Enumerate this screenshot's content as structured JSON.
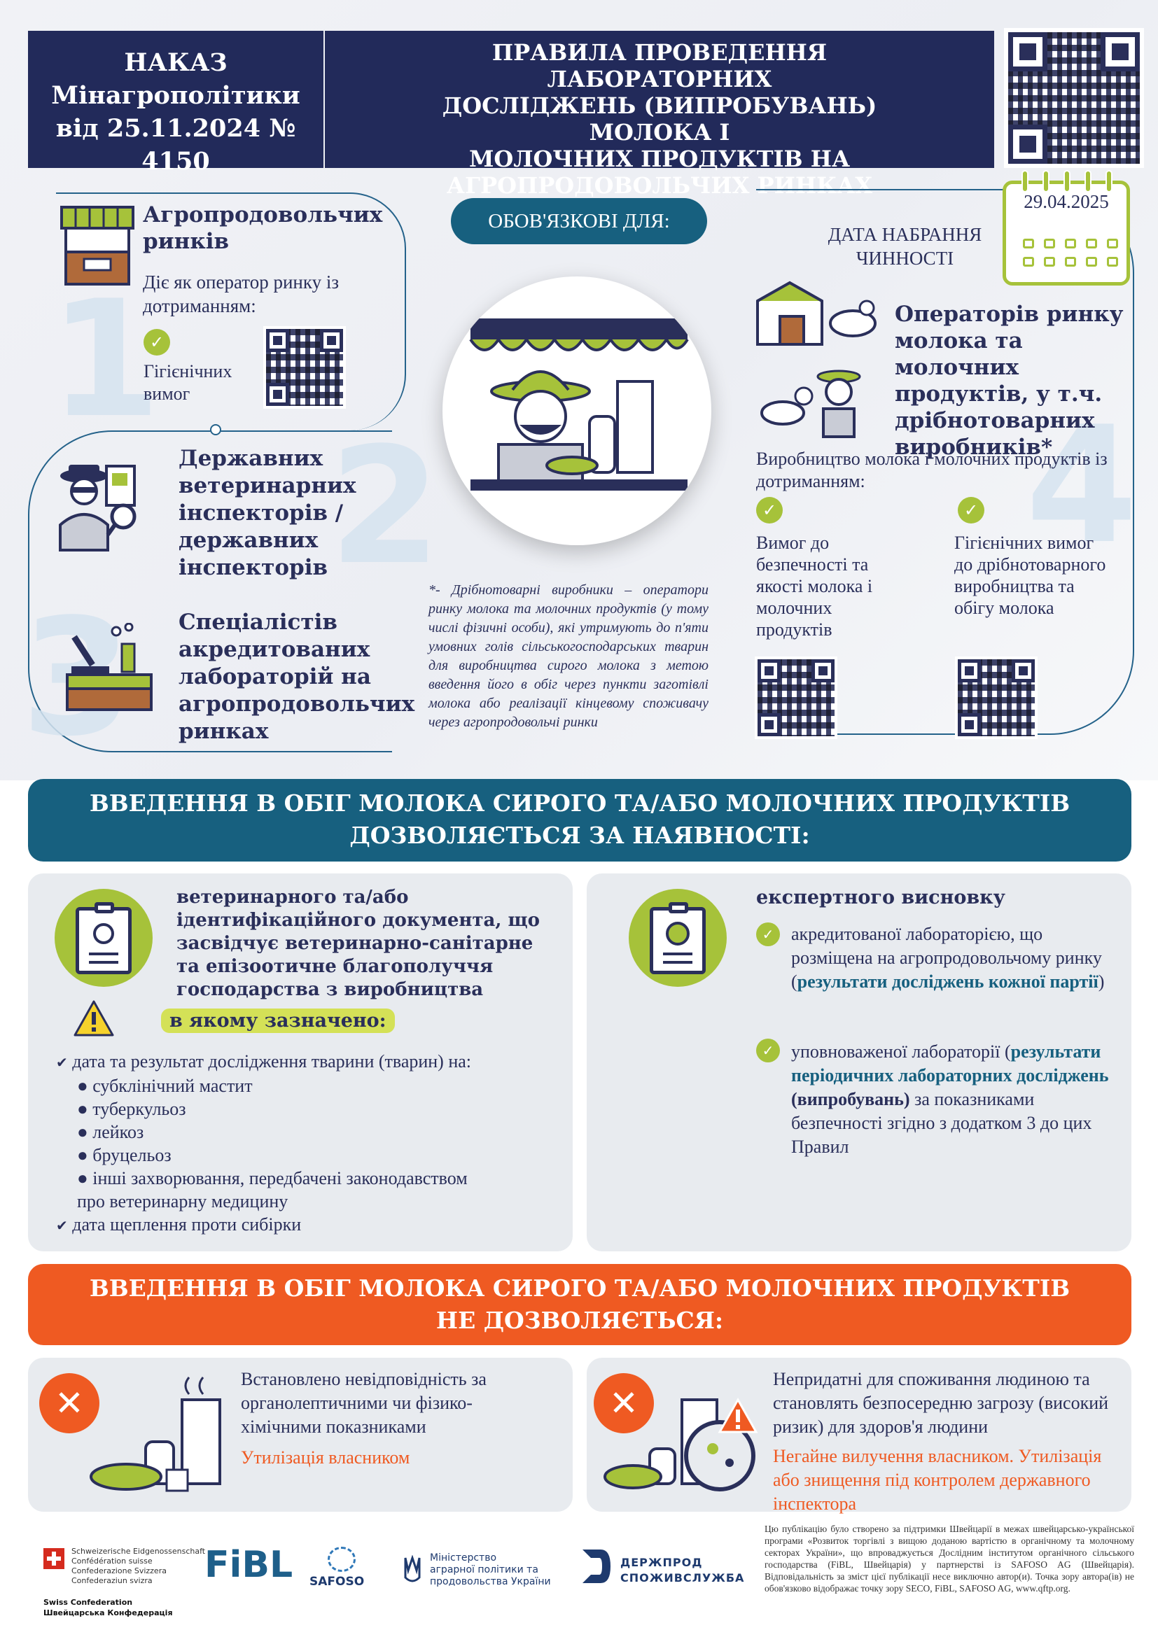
{
  "header": {
    "left": [
      "НАКАЗ",
      "Мінагрополітики",
      "від 25.11.2024 № 4150"
    ],
    "title": [
      "ПРАВИЛА ПРОВЕДЕННЯ ЛАБОРАТОРНИХ",
      "ДОСЛІДЖЕНЬ (ВИПРОБУВАНЬ) МОЛОКА І",
      "МОЛОЧНИХ ПРОДУКТІВ НА",
      "АГРОПРОДОВОЛЬЧИХ РИНКАХ"
    ]
  },
  "mandatory": "ОБОВ'ЯЗКОВІ ДЛЯ:",
  "items": {
    "one": {
      "num": "1",
      "title": "Агропродовольчих ринків",
      "sub": "Діє як оператор ринку із дотриманням:",
      "check": "Гігієнічних вимог"
    },
    "two": {
      "num": "2",
      "title": "Державних ветеринарних інспекторів / державних інспекторів"
    },
    "three": {
      "num": "3",
      "title": "Спеціалістів акредитованих лабораторій на агропродовольчих ринках"
    },
    "four": {
      "num": "4",
      "date_label": "ДАТА НАБРАННЯ ЧИННОСТІ",
      "date": "29.04.2025",
      "title": "Операторів ринку молока та молочних продуктів, у т.ч. дрібнотоварних виробників*",
      "sub": "Виробництво молока і молочних продуктів із дотриманням:",
      "check_a": "Вимог до безпечності та якості молока і молочних продуктів",
      "check_b": "Гігієнічних вимог до дрібнотоварного виробництва та обігу молока"
    }
  },
  "footnote": "*- Дрібнотоварні виробники – оператори ринку молока та молочних продуктів (у тому числі фізичні особи), які утримують до п'яти умовних голів сільськогосподарських тварин для виробництва сирого молока з метою введення його в обіг через пункти заготівлі молока або реалізації кінцевому споживачу через агропродовольчі ринки",
  "allowed": {
    "banner": [
      "ВВЕДЕННЯ В ОБІГ МОЛОКА СИРОГО ТА/АБО МОЛОЧНИХ ПРОДУКТІВ",
      "ДОЗВОЛЯЄТЬСЯ ЗА НАЯВНОСТІ:"
    ],
    "left": {
      "title": "ветеринарного та/або ідентифікаційного документа, що засвідчує ветеринарно-санітарне та епізоотичне благополуччя господарства з виробництва молока,",
      "highlight": "в якому зазначено:",
      "item1": "дата та результат дослідження тварини (тварин) на:",
      "bullets": [
        "субклінічний мастит",
        "туберкульоз",
        "лейкоз",
        "бруцельоз",
        "інші захворювання, передбачені законодавством про ветеринарну медицину"
      ],
      "item2": "дата щеплення проти сибірки"
    },
    "right": {
      "title": "експертного висновку",
      "a_text": "акредитованої лабораторією, що розміщена на агропродовольчому ринку (",
      "a_link": "результати досліджень кожної партії",
      "a_end": ")",
      "b_text": "уповноваженої лабораторії (",
      "b_link": "результати періодичних лабораторних досліджень",
      "b_bold": "(випробувань)",
      "b_end": " за показниками безпечності згідно з додатком 3 до цих Правил"
    }
  },
  "denied": {
    "banner": [
      "ВВЕДЕННЯ В ОБІГ МОЛОКА СИРОГО ТА/АБО МОЛОЧНИХ ПРОДУКТІВ",
      "НЕ ДОЗВОЛЯЄТЬСЯ:"
    ],
    "left": {
      "text": "Встановлено невідповідність за органолептичними чи фізико-хімічними показниками",
      "action": "Утилізація власником"
    },
    "right": {
      "text": "Непридатні для споживання людиною та становлять безпосередню загрозу (високий ризик) для здоров'я людини",
      "action": "Негайне вилучення власником. Утилізація або знищення під контролем державного інспектора"
    }
  },
  "footer": {
    "swiss": [
      "Schweizerische Eidgenossenschaft",
      "Confédération suisse",
      "Confederazione Svizzera",
      "Confederaziun svizra"
    ],
    "swiss_bottom": [
      "Swiss Confederation",
      "Швейцарська Конфедерація"
    ],
    "fibl": "FiBL",
    "safoso": "SAFOSO",
    "ministry": [
      "Міністерство",
      "аграрної політики та",
      "продовольства України"
    ],
    "dps": [
      "ДЕРЖПРОД",
      "СПОЖИВСЛУЖБА"
    ],
    "disclaimer": "Цю публікацію було створено за підтримки Швейцарії в межах швейцарсько-української програми «Розвиток торгівлі з вищою доданою вартістю в органічному та молочному секторах України», що впроваджується Дослідним інститутом органічного сільського господарства (FiBL, Швейцарія) у партнерстві із SAFOSO AG (Швейцарія). Відповідальність за зміст цієї публікації несе виключно автор(и). Точка зору автора(ів) не обов'язково відображає точку зору SECO, FiBL, SAFOSO AG, www.qftp.org."
  },
  "colors": {
    "navy": "#222a5a",
    "teal": "#17607f",
    "green": "#a6c23a",
    "orange": "#ef5a22"
  }
}
